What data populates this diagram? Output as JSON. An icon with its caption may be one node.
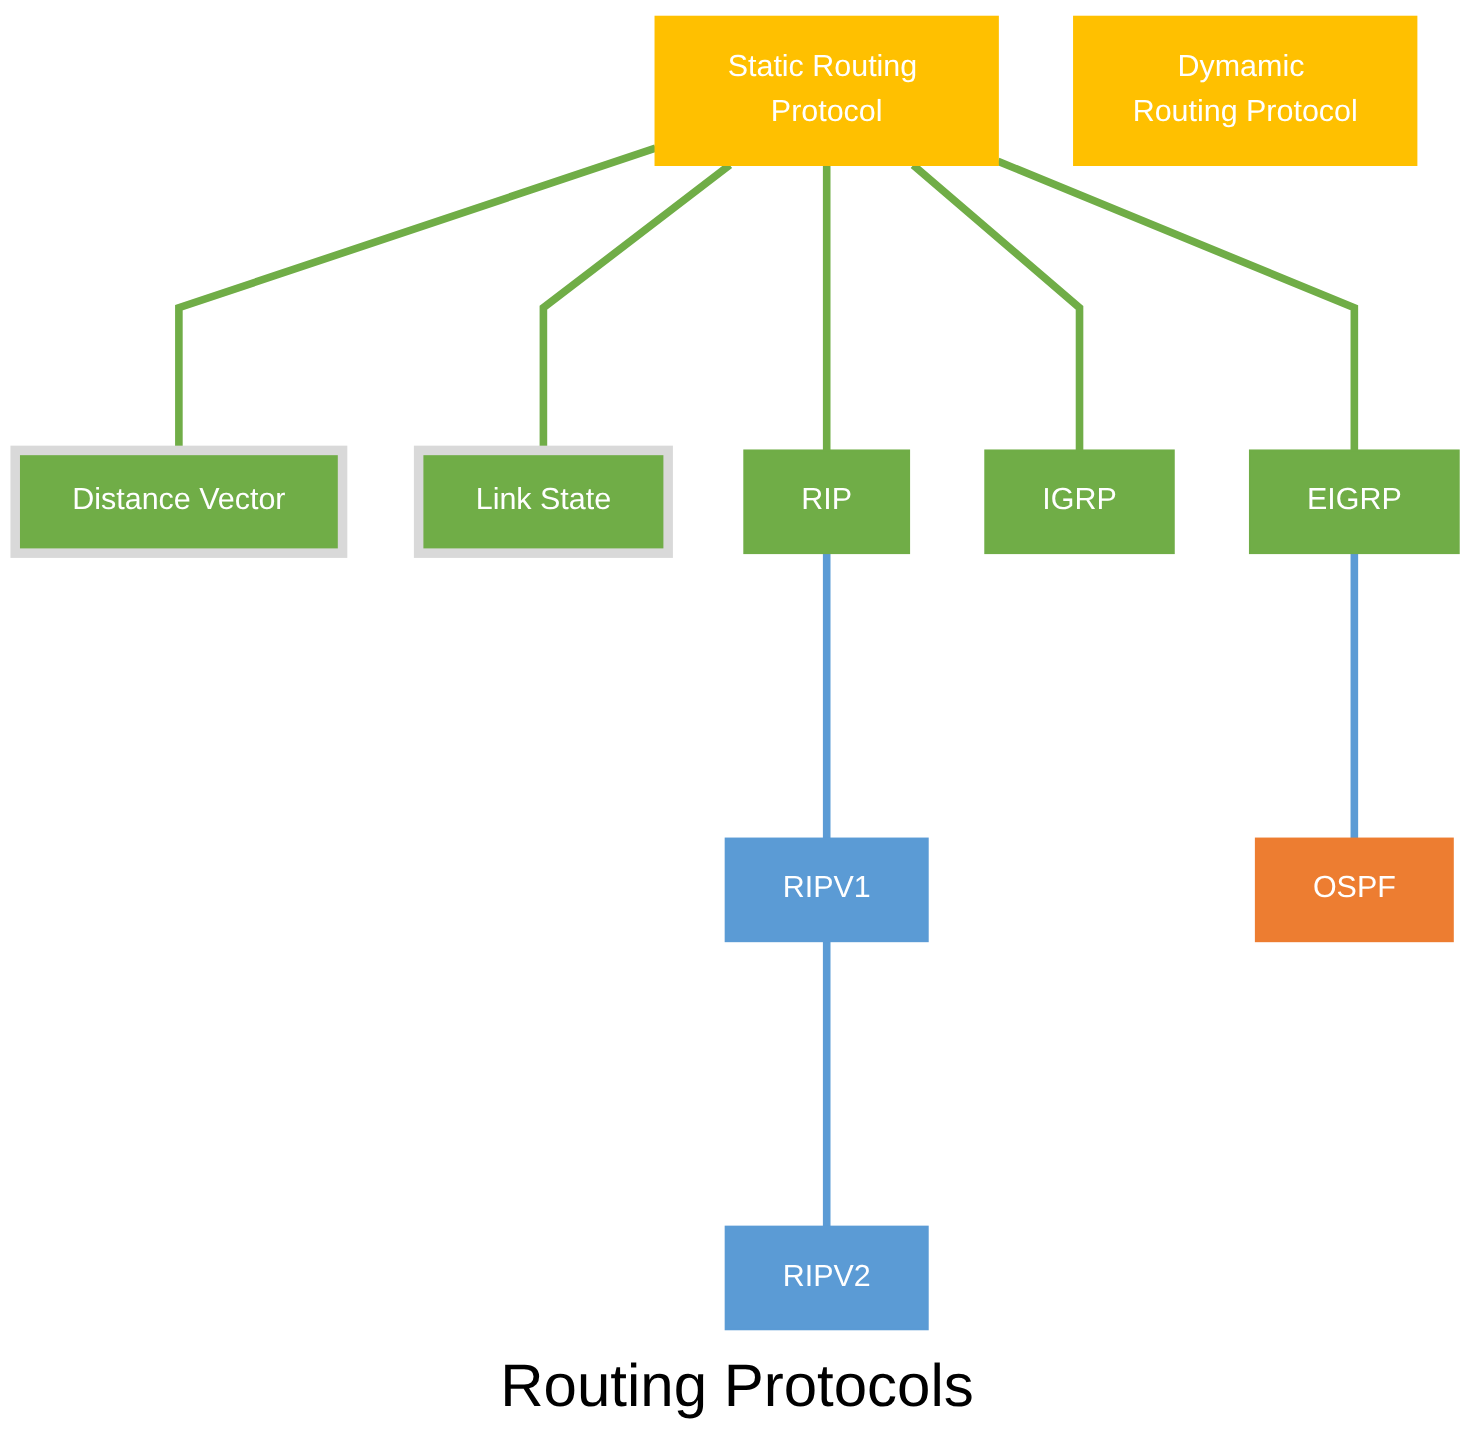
{
  "diagram": {
    "caption": "Routing Protocols",
    "nodes": [
      {
        "text": [
          "Static Routing Protocol"
        ]
      },
      {
        "text": [
          "Dymamic Routing Protocol"
        ]
      },
      {
        "text": [
          "Distance Vector"
        ]
      },
      {
        "text": [
          "Link State"
        ]
      },
      {
        "text": [
          "RIP"
        ]
      },
      {
        "text": [
          "IGRP"
        ]
      },
      {
        "text": [
          "EIGRP"
        ]
      },
      {
        "text": [
          "RIPV1"
        ]
      },
      {
        "text": [
          "RIPV2"
        ]
      },
      {
        "text": [
          "OSPF"
        ]
      }
    ],
    "edges": [
      {
        "from": 0,
        "to": 2,
        "arrow": "none"
      },
      {
        "from": 0,
        "to": 3,
        "arrow": "none"
      },
      {
        "from": 0,
        "to": 4,
        "arrow": "none"
      },
      {
        "from": 0,
        "to": 5,
        "arrow": "none"
      },
      {
        "from": 0,
        "to": 6,
        "arrow": "none"
      },
      {
        "from": 4,
        "to": 7,
        "arrow": "none",
        "color": "#5b9bd5"
      },
      {
        "from": 7,
        "to": 8,
        "arrow": "none",
        "color": "#5b9bd5"
      },
      {
        "from": 6,
        "to": 9,
        "arrow": "none",
        "color": "#5b9bd5"
      }
    ]
  }
}
